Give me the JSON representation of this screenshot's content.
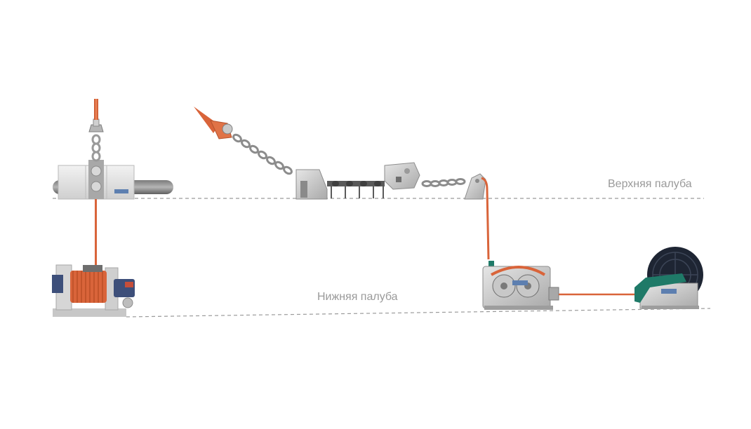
{
  "labels": {
    "upper_deck": "Верхняя палуба",
    "lower_deck": "Нижняя палуба"
  },
  "colors": {
    "background": "#ffffff",
    "rope": "#d9643a",
    "chain": "#8c8c8c",
    "machine_body": "#cfcfcf",
    "machine_dark": "#5a5a5a",
    "drum_blue": "#3d4f7a",
    "reel_green": "#1f7a68",
    "reel_dark": "#1e2533",
    "label_text": "#9a9a9a",
    "deck_line": "#9a9a9a"
  },
  "components": {
    "left_hoist": "overhead-hoist",
    "left_winch": "rope-winch",
    "fairlead": "anchor-fairlead",
    "chain_stopper": "chain-stopper",
    "guide_roller": "guide-roller",
    "lower_winch": "traction-winch",
    "storage_reel": "storage-reel"
  }
}
